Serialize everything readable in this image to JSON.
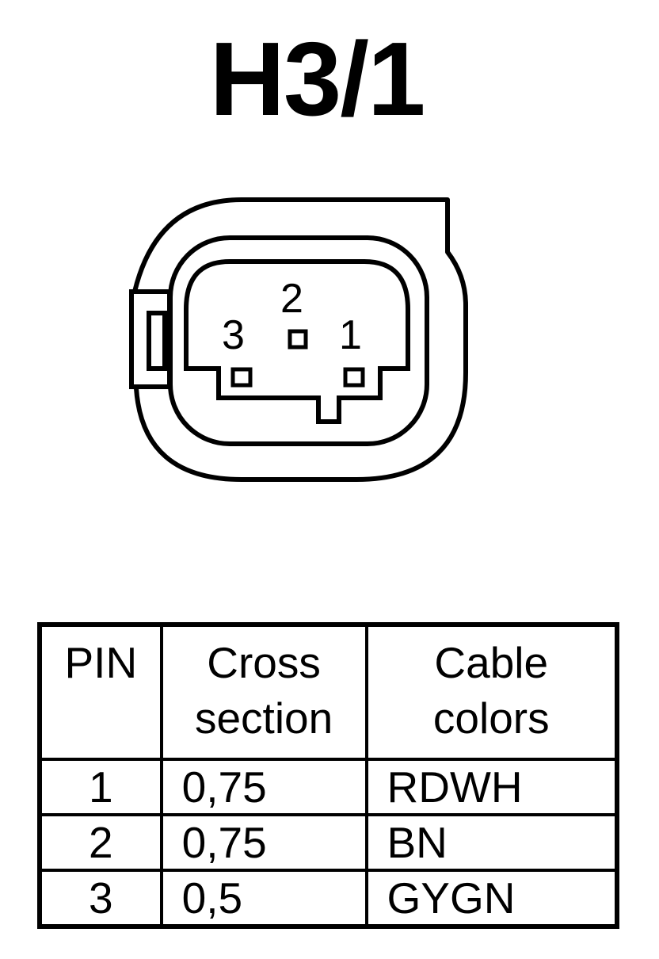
{
  "title": "H3/1",
  "connector": {
    "pin_labels": [
      "3",
      "2",
      "1"
    ]
  },
  "table": {
    "headers": {
      "pin": "PIN",
      "cross_section_line1": "Cross",
      "cross_section_line2": "section",
      "cable_colors_line1": "Cable",
      "cable_colors_line2": "colors"
    },
    "rows": [
      {
        "pin": "1",
        "cross_section": "0,75",
        "cable_color": "RDWH"
      },
      {
        "pin": "2",
        "cross_section": "0,75",
        "cable_color": "BN"
      },
      {
        "pin": "3",
        "cross_section": "0,5",
        "cable_color": "GYGN"
      }
    ]
  }
}
